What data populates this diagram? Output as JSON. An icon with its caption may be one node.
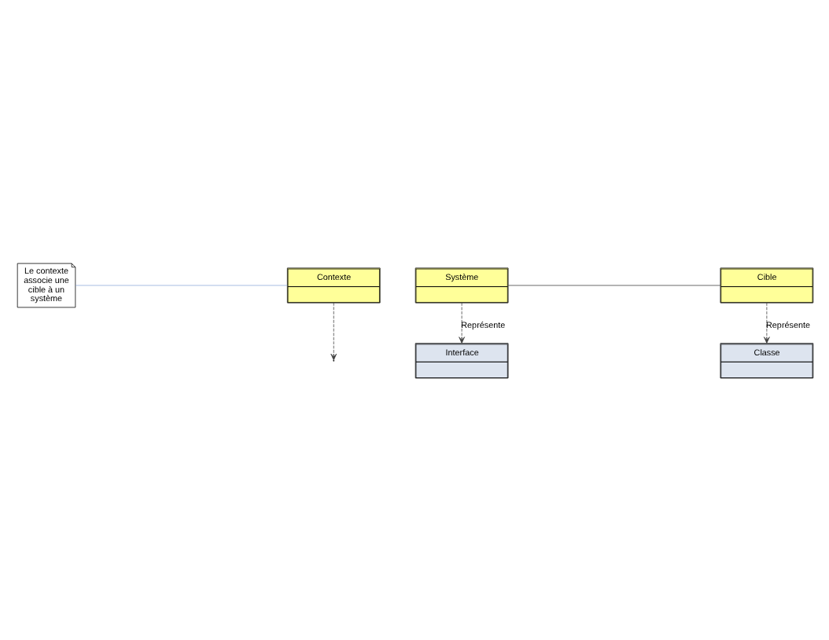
{
  "diagram": {
    "nodes": [
      {
        "text": [
          "Le contexte associe une cible à un système"
        ]
      },
      {
        "text": [
          "Contexte"
        ]
      },
      {
        "text": [
          "Système"
        ]
      },
      {
        "text": [
          "Cible"
        ]
      },
      {
        "text": [
          "Interface"
        ]
      },
      {
        "text": [
          "Classe"
        ]
      }
    ],
    "edges": [
      {
        "from": 0,
        "to": 1,
        "arrow": "none",
        "color": "#8eaadb"
      },
      {
        "from": 1,
        "to": null,
        "arrow": "to",
        "style": "dashed"
      },
      {
        "from": 2,
        "to": 3,
        "arrow": "none"
      },
      {
        "from": 2,
        "to": 4,
        "arrow": "to",
        "style": "dashed",
        "label": "Représente"
      },
      {
        "from": 3,
        "to": 5,
        "arrow": "to",
        "style": "dashed",
        "label": "Représente"
      }
    ]
  }
}
